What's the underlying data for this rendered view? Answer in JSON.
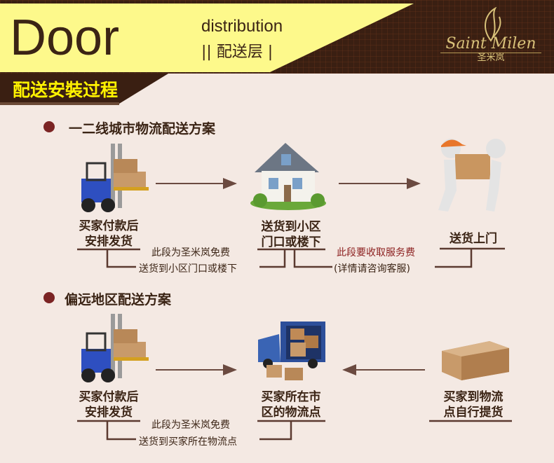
{
  "header": {
    "title": "Door",
    "subtitle_en": "distribution",
    "subtitle_cn": "|| 配送层 |",
    "logo_script": "Saint Milen",
    "logo_cn": "圣米岚"
  },
  "section_title": "配送安裝过程",
  "section1": {
    "heading": "一二线城市物流配送方案",
    "steps": [
      {
        "line1": "买家付款后",
        "line2": "安排发货",
        "icon": "forklift-icon"
      },
      {
        "line1": "送货到小区",
        "line2": "门口或楼下",
        "icon": "house-icon"
      },
      {
        "line1": "送货上门",
        "line2": "",
        "icon": "delivery-person-icon"
      }
    ],
    "note_free_1": "此段为圣米岚免费",
    "note_free_2": "送货到小区门口或楼下",
    "note_paid_1": "此段要收取服务费",
    "note_paid_2": "(详情请咨询客服)"
  },
  "section2": {
    "heading": "偏远地区配送方案",
    "steps": [
      {
        "line1": "买家付款后",
        "line2": "安排发货",
        "icon": "forklift-icon"
      },
      {
        "line1": "买家所在市",
        "line2": "区的物流点",
        "icon": "truck-icon"
      },
      {
        "line1": "买家到物流",
        "line2": "点自行提货",
        "icon": "box-icon"
      }
    ],
    "note_free_1": "此段为圣米岚免费",
    "note_free_2": "送货到买家所在物流点"
  },
  "colors": {
    "header_dark": "#3a1f12",
    "header_yellow": "#fdf98b",
    "accent_red": "#7b2424",
    "background": "#f4e9e3",
    "subtitle_yellow": "#fff200"
  }
}
